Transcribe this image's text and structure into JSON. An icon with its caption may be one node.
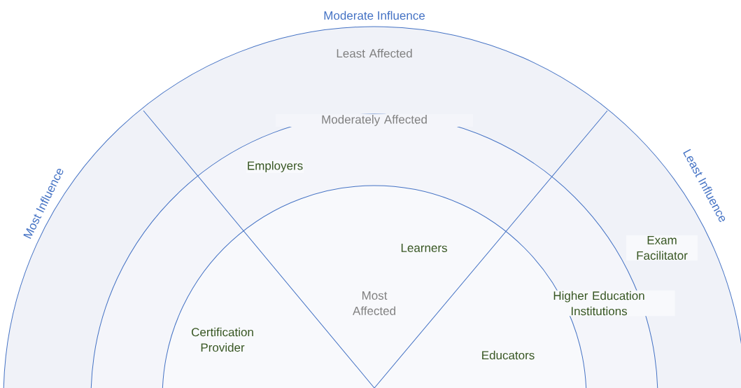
{
  "diagram": {
    "nodes": [
      {
        "text": [
          "Least Affected"
        ]
      },
      {
        "text": [
          "Moderately Affected"
        ]
      },
      {
        "text": [
          "Most Affected"
        ]
      }
    ],
    "labels": [
      "Moderate Influence",
      "Most Influence",
      "Least Influence",
      "Employers",
      "Learners",
      "Exam Facilitator",
      "Higher Education Institutions",
      "Certification Provider",
      "Educators"
    ]
  }
}
